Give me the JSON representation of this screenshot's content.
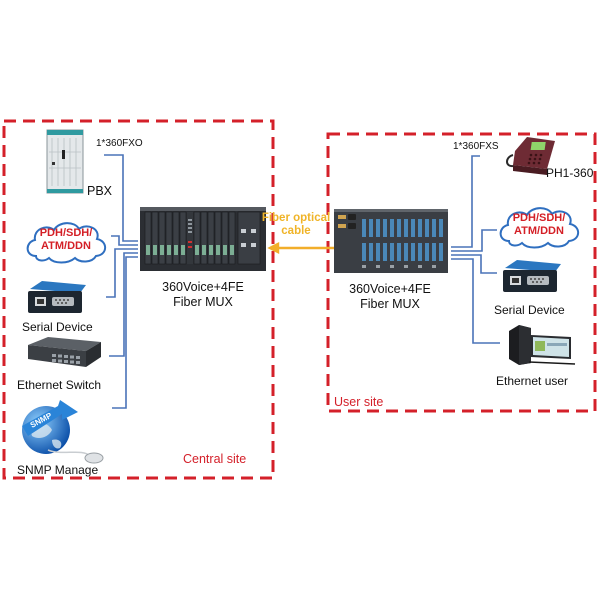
{
  "colors": {
    "frame": "#d4202a",
    "wire": "#4a73b8",
    "fiber": "#f2ae2a",
    "cloud_text": "#d41f26",
    "cloud_outline": "#2f6fc0"
  },
  "central_site": {
    "label": "Central site",
    "port_label": "1*360FXO",
    "mux": {
      "line1": "360Voice+4FE",
      "line2": "Fiber MUX"
    },
    "devices": [
      {
        "id": "pbx",
        "label": "PBX",
        "icon": "pbx-cabinet-icon"
      },
      {
        "id": "network-cloud",
        "lines": [
          "PDH/SDH/",
          "ATM/DDN"
        ],
        "icon": "cloud-icon"
      },
      {
        "id": "serial-device",
        "label": "Serial Device",
        "icon": "serial-device-icon"
      },
      {
        "id": "ethernet-switch",
        "label": "Ethernet Switch",
        "icon": "ethernet-switch-icon"
      },
      {
        "id": "snmp-manage",
        "label": "SNMP Manage",
        "icon": "snmp-globe-icon",
        "badge": "SNMP"
      }
    ]
  },
  "link": {
    "line1": "Fiber optical",
    "line2": "cable"
  },
  "user_site": {
    "label": "User site",
    "port_label": "1*360FXS",
    "mux": {
      "line1": "360Voice+4FE",
      "line2": "Fiber MUX"
    },
    "devices": [
      {
        "id": "phone",
        "label": "PH1-360",
        "icon": "telephone-icon"
      },
      {
        "id": "network-cloud",
        "lines": [
          "PDH/SDH/",
          "ATM/DDN"
        ],
        "icon": "cloud-icon"
      },
      {
        "id": "serial-device",
        "label": "Serial Device",
        "icon": "serial-device-icon"
      },
      {
        "id": "ethernet-user",
        "label": "Ethernet user",
        "icon": "desktop-computer-icon"
      }
    ]
  }
}
